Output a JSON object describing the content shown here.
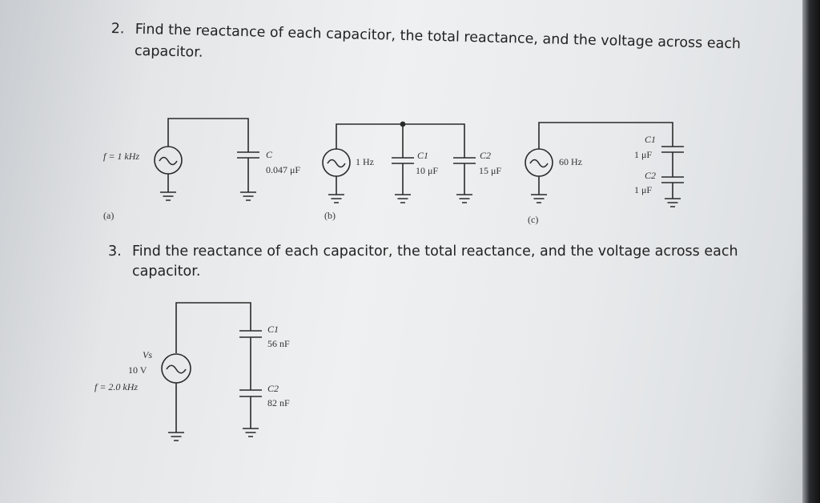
{
  "problem_2": {
    "number": "2.",
    "line1": "Find the reactance of each capacitor, the total reactance, and the voltage across each",
    "line2": "capacitor."
  },
  "circuit_a": {
    "label": "(a)",
    "source_freq": "f = 1 kHz",
    "cap_name": "C",
    "cap_value": "0.047 μF"
  },
  "circuit_b": {
    "label": "(b)",
    "source_freq": "1 Hz",
    "c1_name": "C1",
    "c1_value": "10 μF",
    "c2_name": "C2",
    "c2_value": "15 μF"
  },
  "circuit_c": {
    "label": "(c)",
    "source_freq": "60 Hz",
    "c1_name": "C1",
    "c1_value": "1 μF",
    "c2_name": "C2",
    "c2_value": "1 μF"
  },
  "problem_3": {
    "number": "3.",
    "line1": "Find the reactance of each capacitor, the total reactance, and the voltage across each",
    "line2": "capacitor."
  },
  "circuit_3": {
    "source_name": "Vs",
    "source_voltage": "10 V",
    "source_freq": "f = 2.0 kHz",
    "c1_name": "C1",
    "c1_value": "56 nF",
    "c2_name": "C2",
    "c2_value": "82 nF"
  }
}
